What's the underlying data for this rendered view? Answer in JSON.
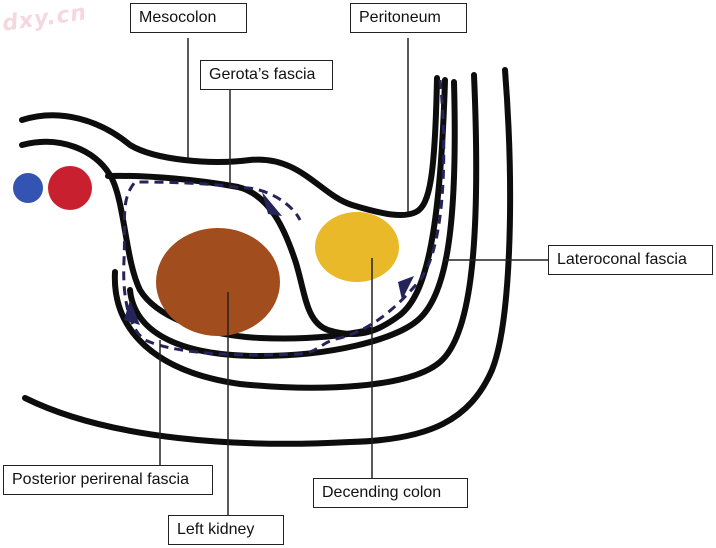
{
  "watermark": "dxy.cn",
  "colors": {
    "wall": "#0d0d0d",
    "dashed": "#24245a",
    "kidney": "#a24d1e",
    "colon": "#e9b92a",
    "vein": "#3454b4",
    "artery": "#c8202e",
    "leader": "#222222"
  },
  "labels": {
    "mesocolon": "Mesocolon",
    "peritoneum": "Peritoneum",
    "gerotas_fascia": "Gerota’s fascia",
    "lateroconal_fascia": "Lateroconal fascia",
    "posterior_perirenal_fascia": "Posterior perirenal fascia",
    "decending_colon": "Decending colon",
    "left_kidney": "Left kidney"
  }
}
